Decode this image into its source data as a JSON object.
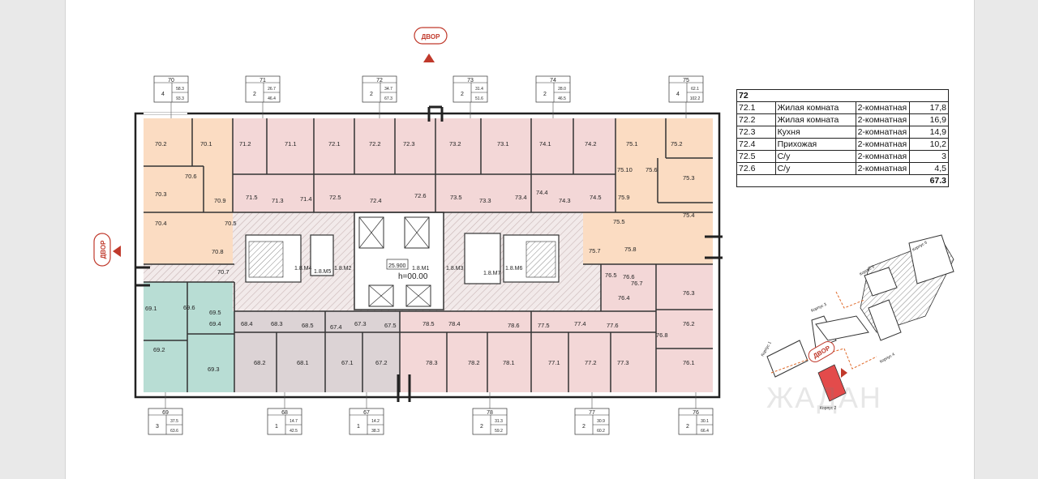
{
  "page": {
    "watermark": "ЖАДАН"
  },
  "dvor_labels": [
    "ДВОР",
    "ДВОР",
    "ДВОР"
  ],
  "apartments_top": [
    {
      "id": "70",
      "rooms": "4",
      "living": "58.3",
      "total": "93.3"
    },
    {
      "id": "71",
      "rooms": "2",
      "living": "26.7",
      "total": "46.4"
    },
    {
      "id": "72",
      "rooms": "2",
      "living": "34.7",
      "total": "67.3"
    },
    {
      "id": "73",
      "rooms": "2",
      "living": "31.4",
      "total": "51.6"
    },
    {
      "id": "74",
      "rooms": "2",
      "living": "28.0",
      "total": "46.5"
    },
    {
      "id": "75",
      "rooms": "4",
      "living": "62.1",
      "total": "102.2"
    }
  ],
  "apartments_bottom": [
    {
      "id": "69",
      "rooms": "3",
      "living": "37.5",
      "total": "63.6"
    },
    {
      "id": "68",
      "rooms": "1",
      "living": "14.7",
      "total": "42.5"
    },
    {
      "id": "67",
      "rooms": "1",
      "living": "14.2",
      "total": "38.3"
    },
    {
      "id": "78",
      "rooms": "2",
      "living": "31.3",
      "total": "59.2"
    },
    {
      "id": "77",
      "rooms": "2",
      "living": "30.9",
      "total": "60.2"
    },
    {
      "id": "76",
      "rooms": "2",
      "living": "30.1",
      "total": "66.4"
    }
  ],
  "room_labels": [
    "70.2",
    "70.1",
    "70.6",
    "70.3",
    "70.9",
    "70.4",
    "70.5",
    "70.8",
    "70.7",
    "71.2",
    "71.1",
    "71.5",
    "71.3",
    "71.4",
    "72.1",
    "72.2",
    "72.3",
    "72.5",
    "72.4",
    "72.6",
    "73.2",
    "73.1",
    "73.5",
    "73.3",
    "73.4",
    "74.1",
    "74.2",
    "74.4",
    "74.3",
    "74.5",
    "75.1",
    "75.2",
    "75.10",
    "75.6",
    "75.3",
    "75.9",
    "75.4",
    "75.5",
    "75.7",
    "75.8",
    "69.1",
    "69.6",
    "69.5",
    "69.4",
    "69.2",
    "69.3",
    "68.4",
    "68.3",
    "68.5",
    "68.2",
    "68.1",
    "67.4",
    "67.3",
    "67.5",
    "67.1",
    "67.2",
    "78.5",
    "78.4",
    "78.6",
    "78.3",
    "78.2",
    "78.1",
    "77.5",
    "77.4",
    "77.6",
    "77.1",
    "77.2",
    "77.3",
    "76.5",
    "76.6",
    "76.7",
    "76.4",
    "76.3",
    "76.2",
    "76.8",
    "76.1"
  ],
  "core_labels": [
    "1.8.M4",
    "1.8.M5",
    "1.8.M2",
    "25.900",
    "1.8.M1",
    "h=00.00",
    "1.8.M3",
    "1.8.M6",
    "1.8.M7"
  ],
  "info_table": {
    "title": "72",
    "rows": [
      {
        "id": "72.1",
        "name": "Жилая комната",
        "type": "2-комнатная",
        "area": "17,8"
      },
      {
        "id": "72.2",
        "name": "Жилая комната",
        "type": "2-комнатная",
        "area": "16,9"
      },
      {
        "id": "72.3",
        "name": "Кухня",
        "type": "2-комнатная",
        "area": "14,9"
      },
      {
        "id": "72.4",
        "name": "Прихожая",
        "type": "2-комнатная",
        "area": "10,2"
      },
      {
        "id": "72.5",
        "name": "С/у",
        "type": "2-комнатная",
        "area": "3"
      },
      {
        "id": "72.6",
        "name": "С/у",
        "type": "2-комнатная",
        "area": "4,5"
      }
    ],
    "total": "67.3"
  },
  "site_plan": {
    "labels": [
      "Корпус 1",
      "Корпус 2",
      "Корпус 3",
      "Корпус 4",
      "Корпус 5",
      "Корпус 6"
    ]
  },
  "colors": {
    "pink": "#f3d7d7",
    "orange": "#fbdcc2",
    "green": "#b8ddd4",
    "gray": "#dcd3d5",
    "accent": "#c0392b"
  }
}
